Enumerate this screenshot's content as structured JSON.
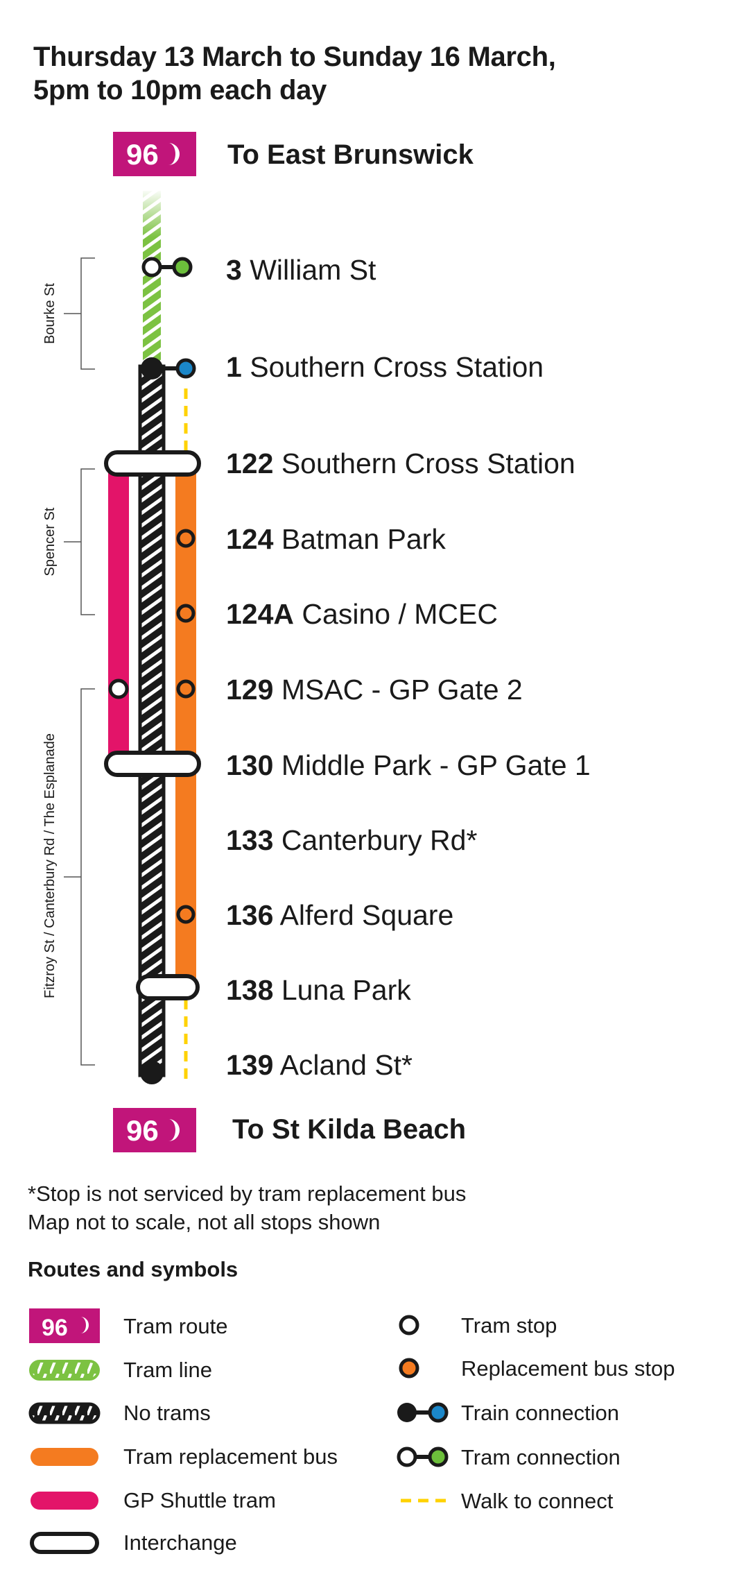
{
  "heading": {
    "line1": "Thursday 13 March to Sunday 16 March,",
    "line2": "5pm to 10pm each day"
  },
  "route": {
    "number": "96",
    "color": "#c1157a",
    "north_label": "To East Brunswick",
    "south_label": "To St Kilda Beach"
  },
  "colors": {
    "tram_line": "#7cc242",
    "no_trams": "#1a1a1a",
    "replacement_bus": "#f47b20",
    "gp_shuttle": "#e31469",
    "train_connection": "#1b87c9",
    "tram_connection": "#6cbf3b",
    "walk": "#ffd200"
  },
  "streets": [
    {
      "name": "Bourke St"
    },
    {
      "name": "Spencer St"
    },
    {
      "name": "Fitzroy St / Canterbury Rd / The Esplanade"
    }
  ],
  "stops": [
    {
      "number": "3",
      "name": "William St"
    },
    {
      "number": "1",
      "name": "Southern Cross Station"
    },
    {
      "number": "122",
      "name": "Southern Cross Station"
    },
    {
      "number": "124",
      "name": "Batman Park"
    },
    {
      "number": "124A",
      "name": "Casino / MCEC"
    },
    {
      "number": "129",
      "name": "MSAC - GP Gate 2"
    },
    {
      "number": "130",
      "name": "Middle Park - GP Gate 1"
    },
    {
      "number": "133",
      "name": "Canterbury Rd*"
    },
    {
      "number": "136",
      "name": "Alferd Square"
    },
    {
      "number": "138",
      "name": "Luna Park"
    },
    {
      "number": "139",
      "name": "Acland St*"
    }
  ],
  "notes": {
    "line1": "*Stop is not serviced by tram replacement bus",
    "line2": "Map not to scale, not all stops shown"
  },
  "legend": {
    "title": "Routes and symbols",
    "tram_route": "Tram route",
    "tram_line": "Tram line",
    "no_trams": "No trams",
    "replacement_bus": "Tram replacement bus",
    "gp_shuttle": "GP Shuttle tram",
    "interchange": "Interchange",
    "tram_stop": "Tram stop",
    "bus_stop": "Replacement bus stop",
    "train_connection": "Train connection",
    "tram_connection": "Tram connection",
    "walk": "Walk to connect"
  }
}
